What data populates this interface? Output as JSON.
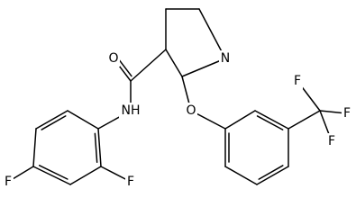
{
  "molecule": {
    "atom_labels": {
      "pyridine_n": "N",
      "carbonyl_o": "O",
      "amide_nh": "NH",
      "ether_o": "O",
      "fluoro_ortho": "F",
      "fluoro_para": "F",
      "cf3_f_top": "F",
      "cf3_f_right": "F",
      "cf3_f_bottom": "F"
    },
    "colors": {
      "bond": "#000000",
      "label": "#000000",
      "background": "#ffffff"
    }
  }
}
